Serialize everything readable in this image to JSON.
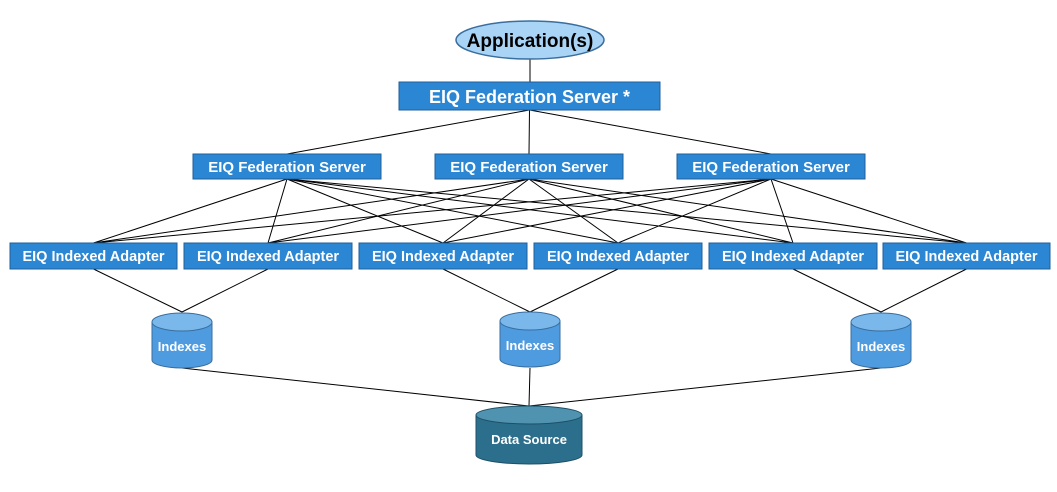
{
  "application": {
    "label": "Application(s)"
  },
  "top_server": {
    "label": "EIQ Federation Server *"
  },
  "federation_servers": [
    {
      "label": "EIQ Federation Server"
    },
    {
      "label": "EIQ Federation Server"
    },
    {
      "label": "EIQ Federation Server"
    }
  ],
  "indexed_adapters": [
    {
      "label": "EIQ Indexed Adapter"
    },
    {
      "label": "EIQ Indexed Adapter"
    },
    {
      "label": "EIQ Indexed Adapter"
    },
    {
      "label": "EIQ Indexed Adapter"
    },
    {
      "label": "EIQ Indexed Adapter"
    },
    {
      "label": "EIQ Indexed Adapter"
    }
  ],
  "indexes": [
    {
      "label": "Indexes"
    },
    {
      "label": "Indexes"
    },
    {
      "label": "Indexes"
    }
  ],
  "data_source": {
    "label": "Data Source"
  },
  "colors": {
    "box_fill": "#2b86d4",
    "box_border": "#1f5f99",
    "app_fill": "#a9d4f5",
    "app_border": "#3a6e9e",
    "index_fill": "#4f9be0",
    "index_top": "#7ab8ec",
    "datasource_fill": "#2c6f8c",
    "datasource_top": "#4f93b0",
    "line": "#000000"
  }
}
